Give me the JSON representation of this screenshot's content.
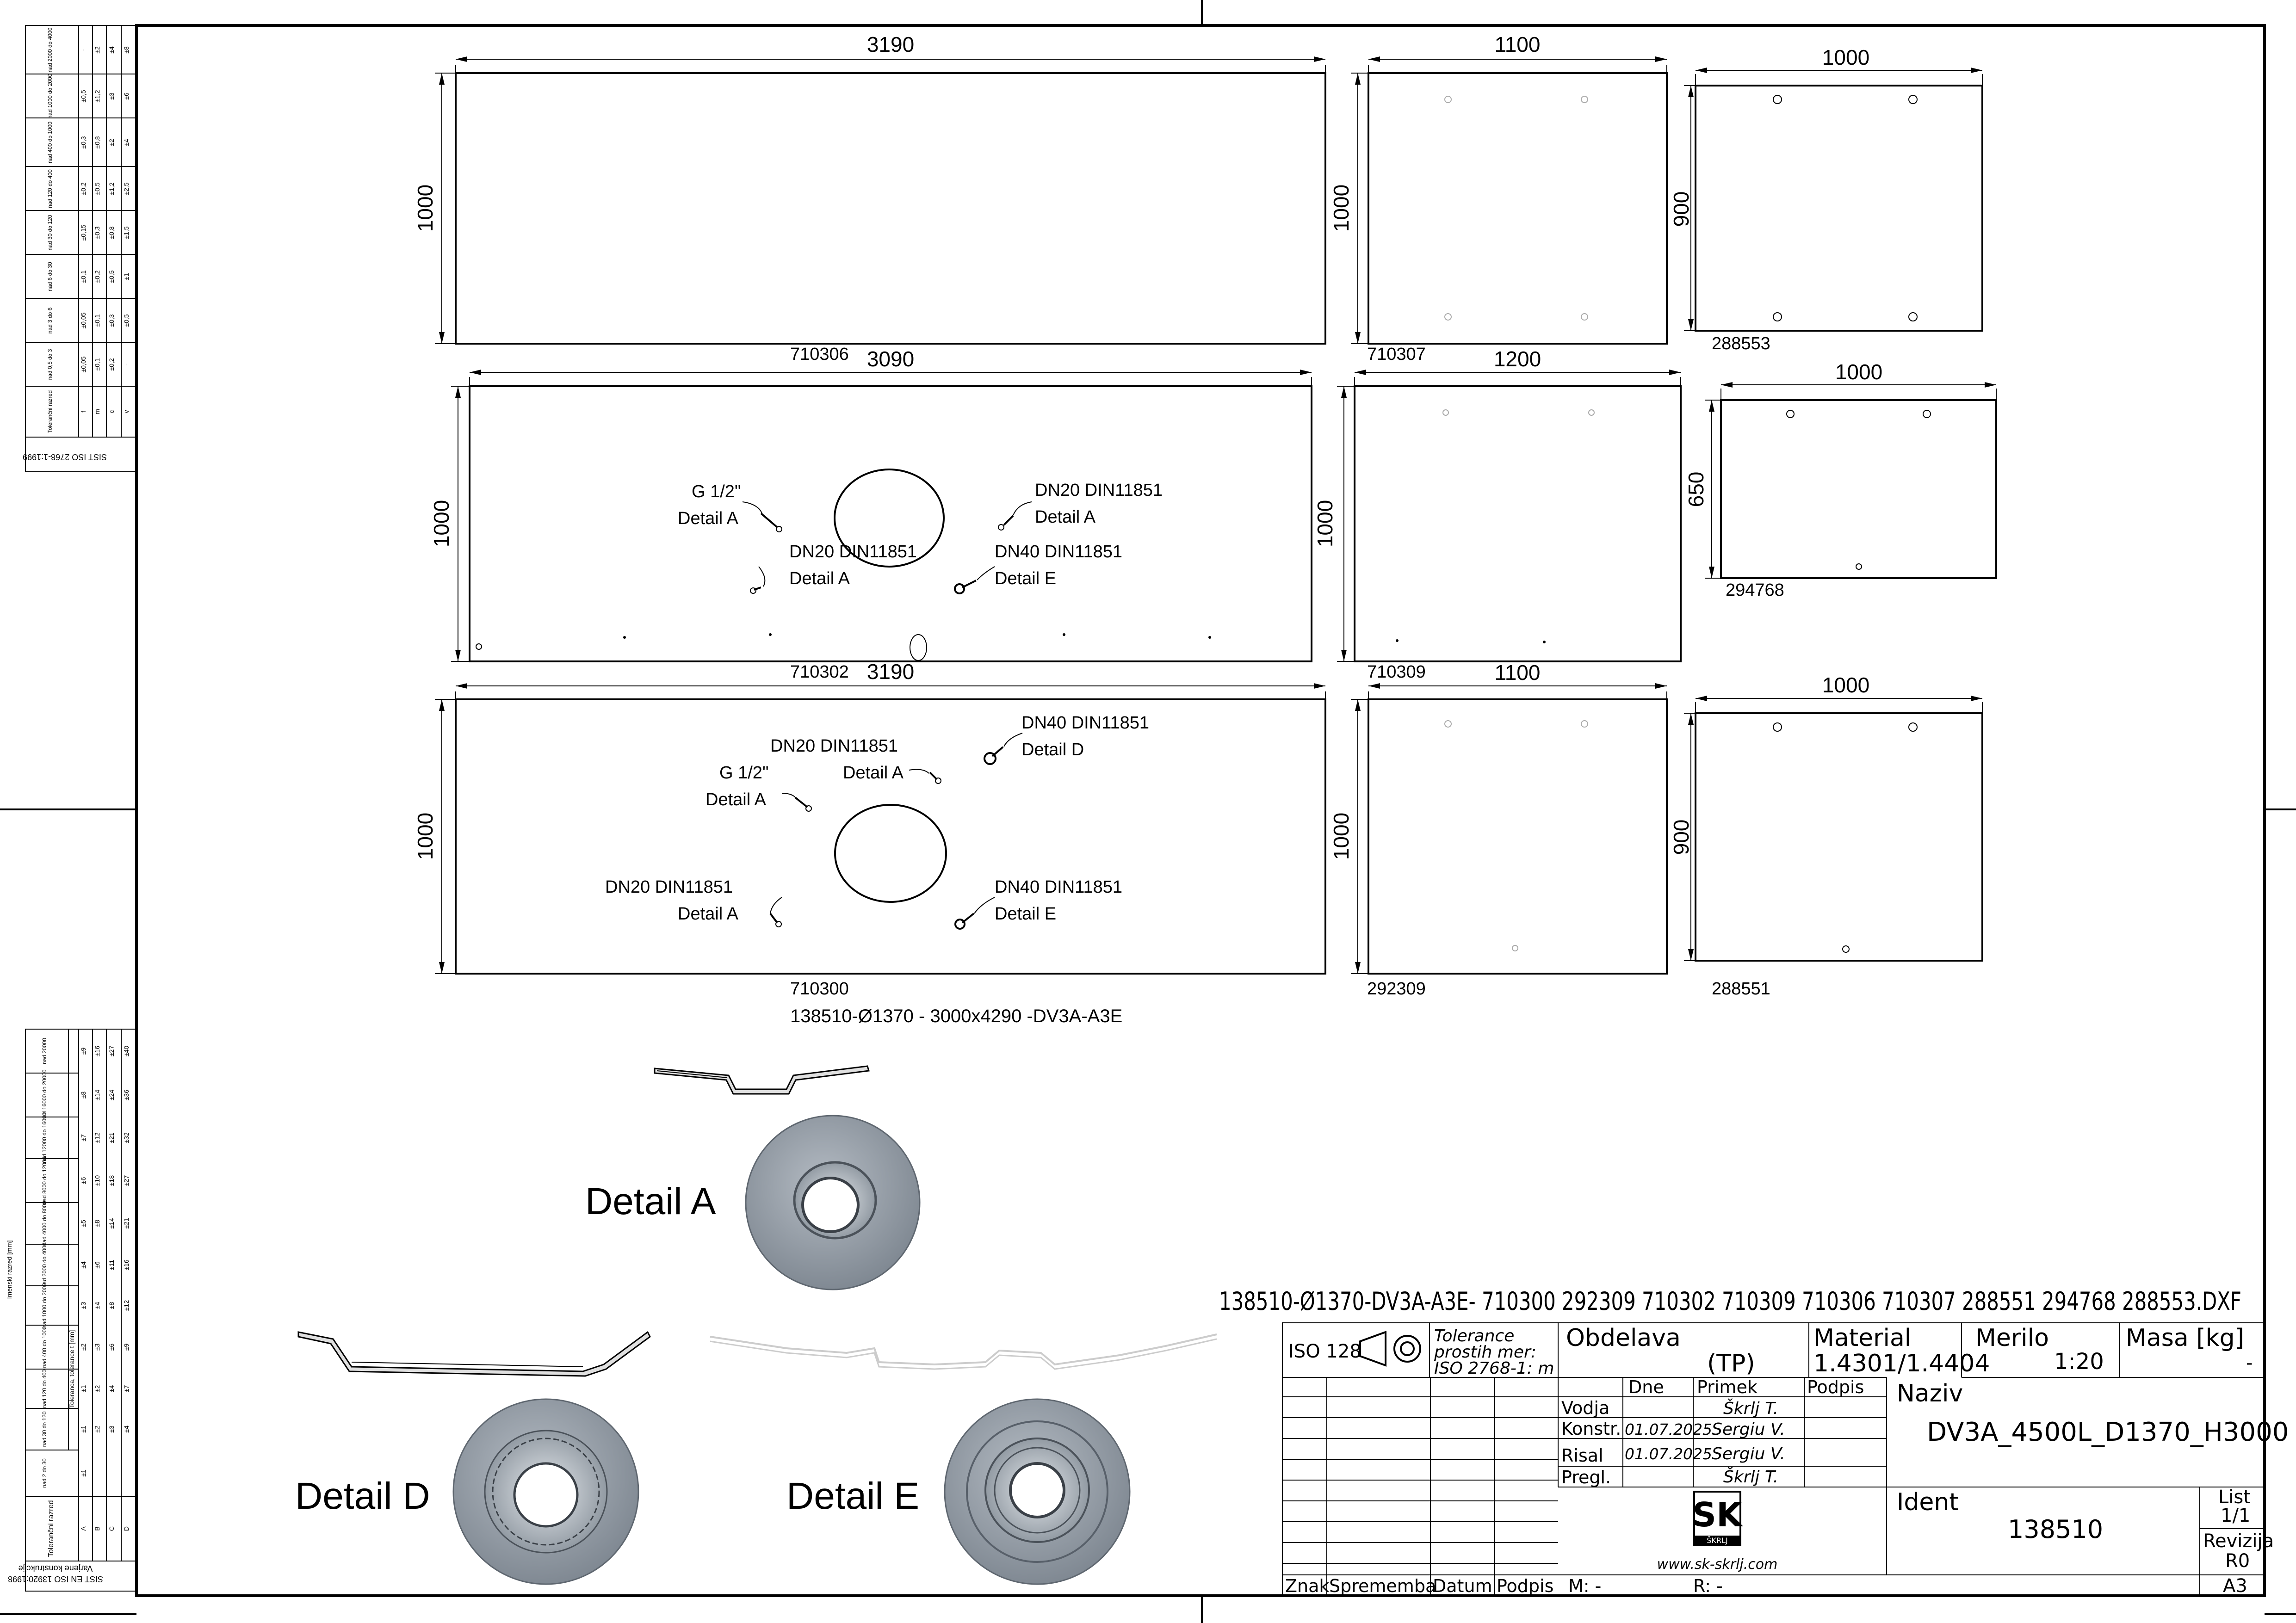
{
  "views": {
    "row1": [
      {
        "id": "710306",
        "width": "3190",
        "height": "1000"
      },
      {
        "id": "710307",
        "width": "1100",
        "height": "1000"
      },
      {
        "id": "288553",
        "width": "1000",
        "height": "900"
      }
    ],
    "row2": [
      {
        "id": "710302",
        "width": "3090",
        "height": "1000"
      },
      {
        "id": "710309",
        "width": "1200",
        "height": "1000"
      },
      {
        "id": "294768",
        "width": "1000",
        "height": "650"
      }
    ],
    "row3": [
      {
        "id": "710300",
        "width": "3190",
        "height": "1000"
      },
      {
        "id": "292309",
        "width": "1100",
        "height": "1000"
      },
      {
        "id": "288551",
        "width": "1000",
        "height": "900"
      }
    ]
  },
  "callouts_row2": [
    {
      "l1": "G 1/2\"",
      "l2": "Detail A"
    },
    {
      "l1": "DN20 DIN11851",
      "l2": "Detail A"
    },
    {
      "l1": "DN20 DIN11851",
      "l2": "Detail A"
    },
    {
      "l1": "DN40 DIN11851",
      "l2": "Detail E"
    }
  ],
  "callouts_row3": [
    {
      "l1": "DN20 DIN11851",
      "l2": "Detail A"
    },
    {
      "l1": "G 1/2\"",
      "l2": "Detail A"
    },
    {
      "l1": "DN40 DIN11851",
      "l2": "Detail D"
    },
    {
      "l1": "DN20 DIN11851",
      "l2": "Detail A"
    },
    {
      "l1": "DN40 DIN11851",
      "l2": "Detail E"
    }
  ],
  "part_caption": "138510-Ø1370 - 3000x4290 -DV3A-A3E",
  "details": {
    "a": "Detail  A",
    "d": "Detail D",
    "e": "Detail E"
  },
  "file_name": "138510-Ø1370-DV3A-A3E- 710300 292309 710302 710309 710306 710307 288551 294768 288553.DXF",
  "title_block": {
    "iso": "ISO 128",
    "tolerance_l1": "Tolerance",
    "tolerance_l2": "prostih mer:",
    "tolerance_l3": "ISO 2768-1: m",
    "obdelava_label": "Obdelava",
    "obdelava_value": "(TP)",
    "material_label": "Material",
    "material_value": "1.4301/1.4404",
    "merilo_label": "Merilo",
    "merilo_value": "1:20",
    "masa_label": "Masa [kg]",
    "masa_value": "-",
    "col_dne": "Dne",
    "col_priimek": "Primek",
    "col_podpis": "Podpis",
    "row_vodja": "Vodja",
    "row_konstr": "Konstr.",
    "row_risal": "Risal",
    "row_pregl": "Pregl.",
    "vodja_name": "Škrlj T.",
    "konstr_date": "01.07.2025",
    "konstr_name": "Sergiu V.",
    "risal_date": "01.07.2025",
    "risal_name": "Sergiu V.",
    "pregl_name": "Škrlj T.",
    "naziv_label": "Naziv",
    "naziv_value": "DV3A_4500L_D1370_H3000",
    "ident_label": "Ident",
    "ident_value": "138510",
    "list_label": "List",
    "list_value": "1/1",
    "revizija_label": "Revizija",
    "revizija_value": "R0",
    "format": "A3",
    "website": "www.sk-skrlj.com",
    "logo_text": "SK",
    "logo_sub": "ŠKRLJ",
    "footer_znak": "Znak",
    "footer_sprememba": "Sprememba",
    "footer_datum": "Datum",
    "footer_podpis": "Podpis",
    "footer_m": "M: -",
    "footer_r": "R: -"
  },
  "tol_upper": {
    "standard": "SIST ISO 2768-1:1999",
    "class_header": "Tolerančni razred",
    "columns": [
      "nad 0,5 do 3",
      "nad 3 do 6",
      "nad 6 do 30",
      "nad 30 do 120",
      "nad 120 do 400",
      "nad 400 do 1000",
      "nad 1000 do 2000",
      "nad 2000 do 4000"
    ],
    "rows": [
      {
        "cls": "f",
        "vals": [
          "±0,05",
          "±0,05",
          "±0,1",
          "±0,15",
          "±0,2",
          "±0,3",
          "±0,5",
          "-"
        ]
      },
      {
        "cls": "m",
        "vals": [
          "±0,1",
          "±0,1",
          "±0,2",
          "±0,3",
          "±0,5",
          "±0,8",
          "±1,2",
          "±2"
        ]
      },
      {
        "cls": "c",
        "vals": [
          "±0,2",
          "±0,3",
          "±0,5",
          "±0,8",
          "±1,2",
          "±2",
          "±3",
          "±4"
        ]
      },
      {
        "cls": "v",
        "vals": [
          "-",
          "±0,5",
          "±1",
          "±1,5",
          "±2,5",
          "±4",
          "±6",
          "±8"
        ]
      }
    ]
  },
  "tol_lower": {
    "standard": "SIST EN ISO 13920:1998",
    "title": "Varjene konstrukcije",
    "range_header": "Imenski razred [mm]",
    "tol_header": "Toleranca, tolerance t [mm]",
    "class_header": "Tolerančni razred",
    "columns": [
      "nad 2 do 30",
      "nad 30 do 120",
      "nad 120 do 400",
      "nad 400 do 1000",
      "nad 1000 do 2000",
      "nad 2000 do 4000",
      "nad 4000 do 8000",
      "nad 8000 do 12000",
      "nad 12000 do 16000",
      "nad 16000 do 20000",
      "nad 20000"
    ],
    "rows": [
      {
        "cls": "A",
        "vals": [
          "±1",
          "±1",
          "±1",
          "±2",
          "±3",
          "±4",
          "±5",
          "±6",
          "±7",
          "±8",
          "±9"
        ]
      },
      {
        "cls": "B",
        "vals": [
          "",
          "±2",
          "±2",
          "±3",
          "±4",
          "±6",
          "±8",
          "±10",
          "±12",
          "±14",
          "±16"
        ]
      },
      {
        "cls": "C",
        "vals": [
          "",
          "±3",
          "±4",
          "±6",
          "±8",
          "±11",
          "±14",
          "±18",
          "±21",
          "±24",
          "±27"
        ]
      },
      {
        "cls": "D",
        "vals": [
          "",
          "±4",
          "±7",
          "±9",
          "±12",
          "±16",
          "±21",
          "±27",
          "±32",
          "±36",
          "±40"
        ]
      }
    ]
  }
}
